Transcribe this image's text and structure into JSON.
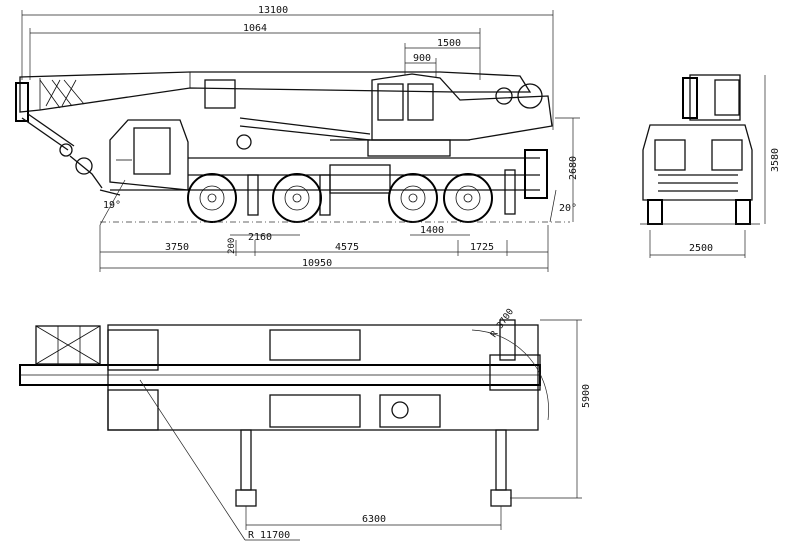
{
  "dimensions": {
    "overall_length": "13100",
    "boom_length": "1064",
    "cab_offset": "1500",
    "cab_width": "900",
    "height_top": "2680",
    "height_front": "3580",
    "front_overhang": "3750",
    "axle_gap": "200",
    "axle_pair": "2160",
    "wheelbase_mid": "4575",
    "rear_axle_pair": "1400",
    "rear_overhang": "1725",
    "length_total": "10950",
    "angle_front": "19°",
    "angle_rear": "20°",
    "width_track": "2500",
    "outrigger_span": "5900",
    "outrigger_base": "6300",
    "swing_radius": "R 3700",
    "tail_radius": "R 11700"
  }
}
